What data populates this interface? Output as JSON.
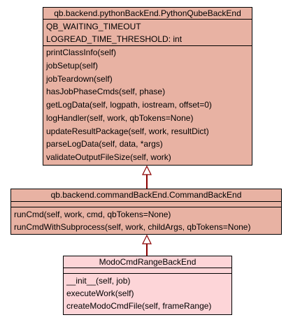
{
  "diagram": {
    "colors": {
      "base": "#e8b2a3",
      "leaf": "#fdd5d8",
      "arrow": "#8b0000"
    },
    "classes": [
      {
        "title": "qb.backend.pythonBackEnd.PythonQubeBackEnd",
        "attributes": [
          "QB_WAITING_TIMEOUT",
          "LOGREAD_TIME_THRESHOLD: int"
        ],
        "methods": [
          "printClassInfo(self)",
          "jobSetup(self)",
          "jobTeardown(self)",
          "hasJobPhaseCmds(self, phase)",
          "getLogData(self, logpath, iostream, offset=0)",
          "logHandler(self, work, qbTokens=None)",
          "updateResultPackage(self, work, resultDict)",
          "parseLogData(self, data, *args)",
          "validateOutputFileSize(self, work)"
        ]
      },
      {
        "title": "qb.backend.commandBackEnd.CommandBackEnd",
        "attributes": [],
        "methods": [
          "runCmd(self, work, cmd, qbTokens=None)",
          "runCmdWithSubprocess(self, work, childArgs, qbTokens=None)"
        ]
      },
      {
        "title": "ModoCmdRangeBackEnd",
        "attributes": [],
        "methods": [
          "__init__(self, job)",
          "executeWork(self)",
          "createModoCmdFile(self, frameRange)"
        ]
      }
    ]
  }
}
